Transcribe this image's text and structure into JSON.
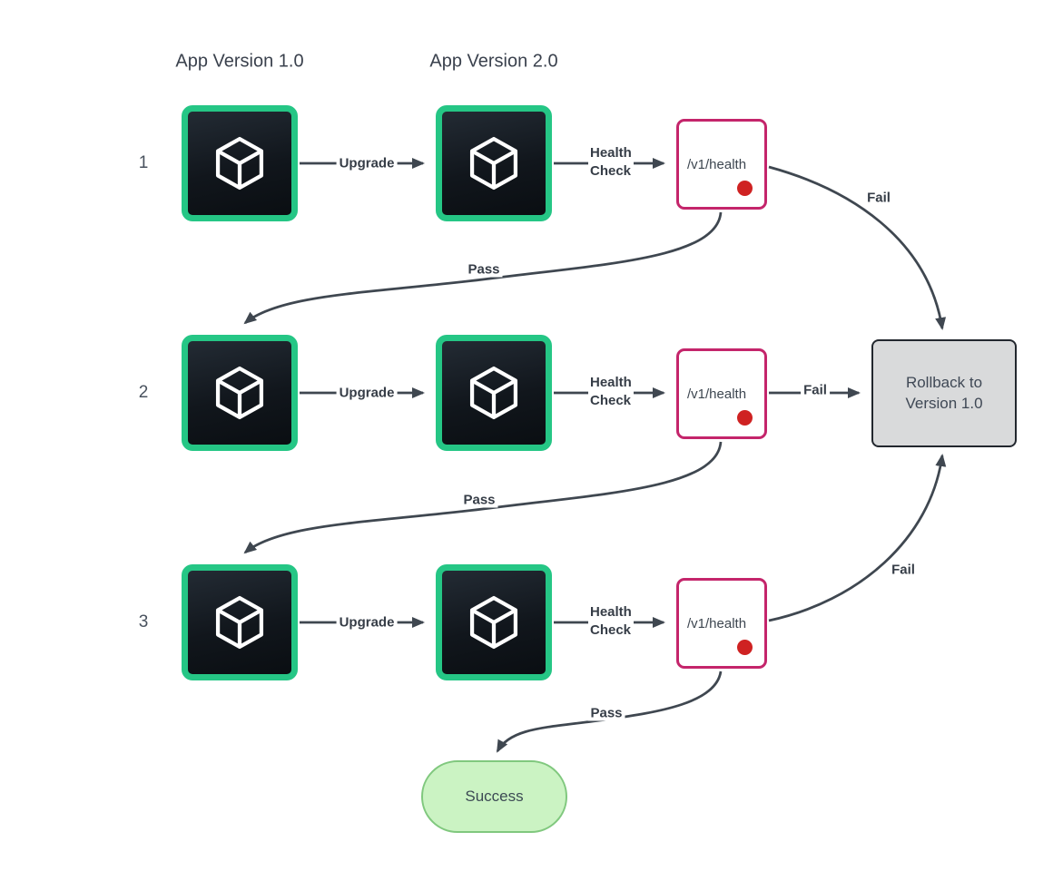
{
  "title_row": {
    "col1_label": "App Version 1.0",
    "col2_label": "App Version 2.0"
  },
  "rows": [
    {
      "number": "1",
      "upgrade_label": "Upgrade",
      "health_check_label": "Health\nCheck",
      "endpoint_label": "/v1/health",
      "pass_label": "Pass",
      "fail_label": "Fail"
    },
    {
      "number": "2",
      "upgrade_label": "Upgrade",
      "health_check_label": "Health\nCheck",
      "endpoint_label": "/v1/health",
      "pass_label": "Pass",
      "fail_label": "Fail"
    },
    {
      "number": "3",
      "upgrade_label": "Upgrade",
      "health_check_label": "Health\nCheck",
      "endpoint_label": "/v1/health",
      "pass_label": "Pass",
      "fail_label": "Fail"
    }
  ],
  "rollback": {
    "label": "Rollback to Version 1.0"
  },
  "success": {
    "label": "Success"
  },
  "icons": {
    "app_node_icon": "cube-3d-icon",
    "health_indicator": "red-dot"
  },
  "colors": {
    "node_border_green": "#25c685",
    "node_fill_dark": "#11161c",
    "health_border_pink": "#c4256b",
    "health_dot_red": "#cf2222",
    "edge_color": "#3f4750",
    "rollback_fill": "#d9dadb",
    "rollback_border": "#22272e",
    "success_fill": "#cbf3c3",
    "success_border": "#80c87e",
    "text_color": "#3d4650"
  }
}
